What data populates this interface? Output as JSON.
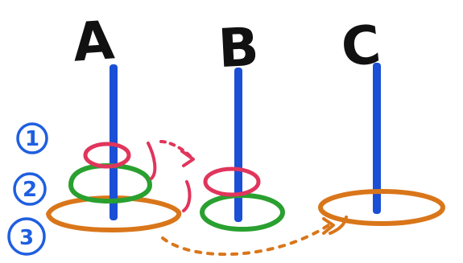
{
  "pegs": {
    "a": {
      "label": "A"
    },
    "b": {
      "label": "B"
    },
    "c": {
      "label": "C"
    }
  },
  "disc_numbers": [
    "1",
    "2",
    "3"
  ],
  "colors": {
    "rod": "#1a4fd6",
    "number_ink": "#1f5fe0",
    "letter_ink": "#111111",
    "disc_small": "#e0355c",
    "disc_medium": "#29a02f",
    "disc_large": "#d9761a",
    "arrow_top": "#e0355c",
    "arrow_bottom": "#d9761a",
    "background": "#ffffff"
  }
}
